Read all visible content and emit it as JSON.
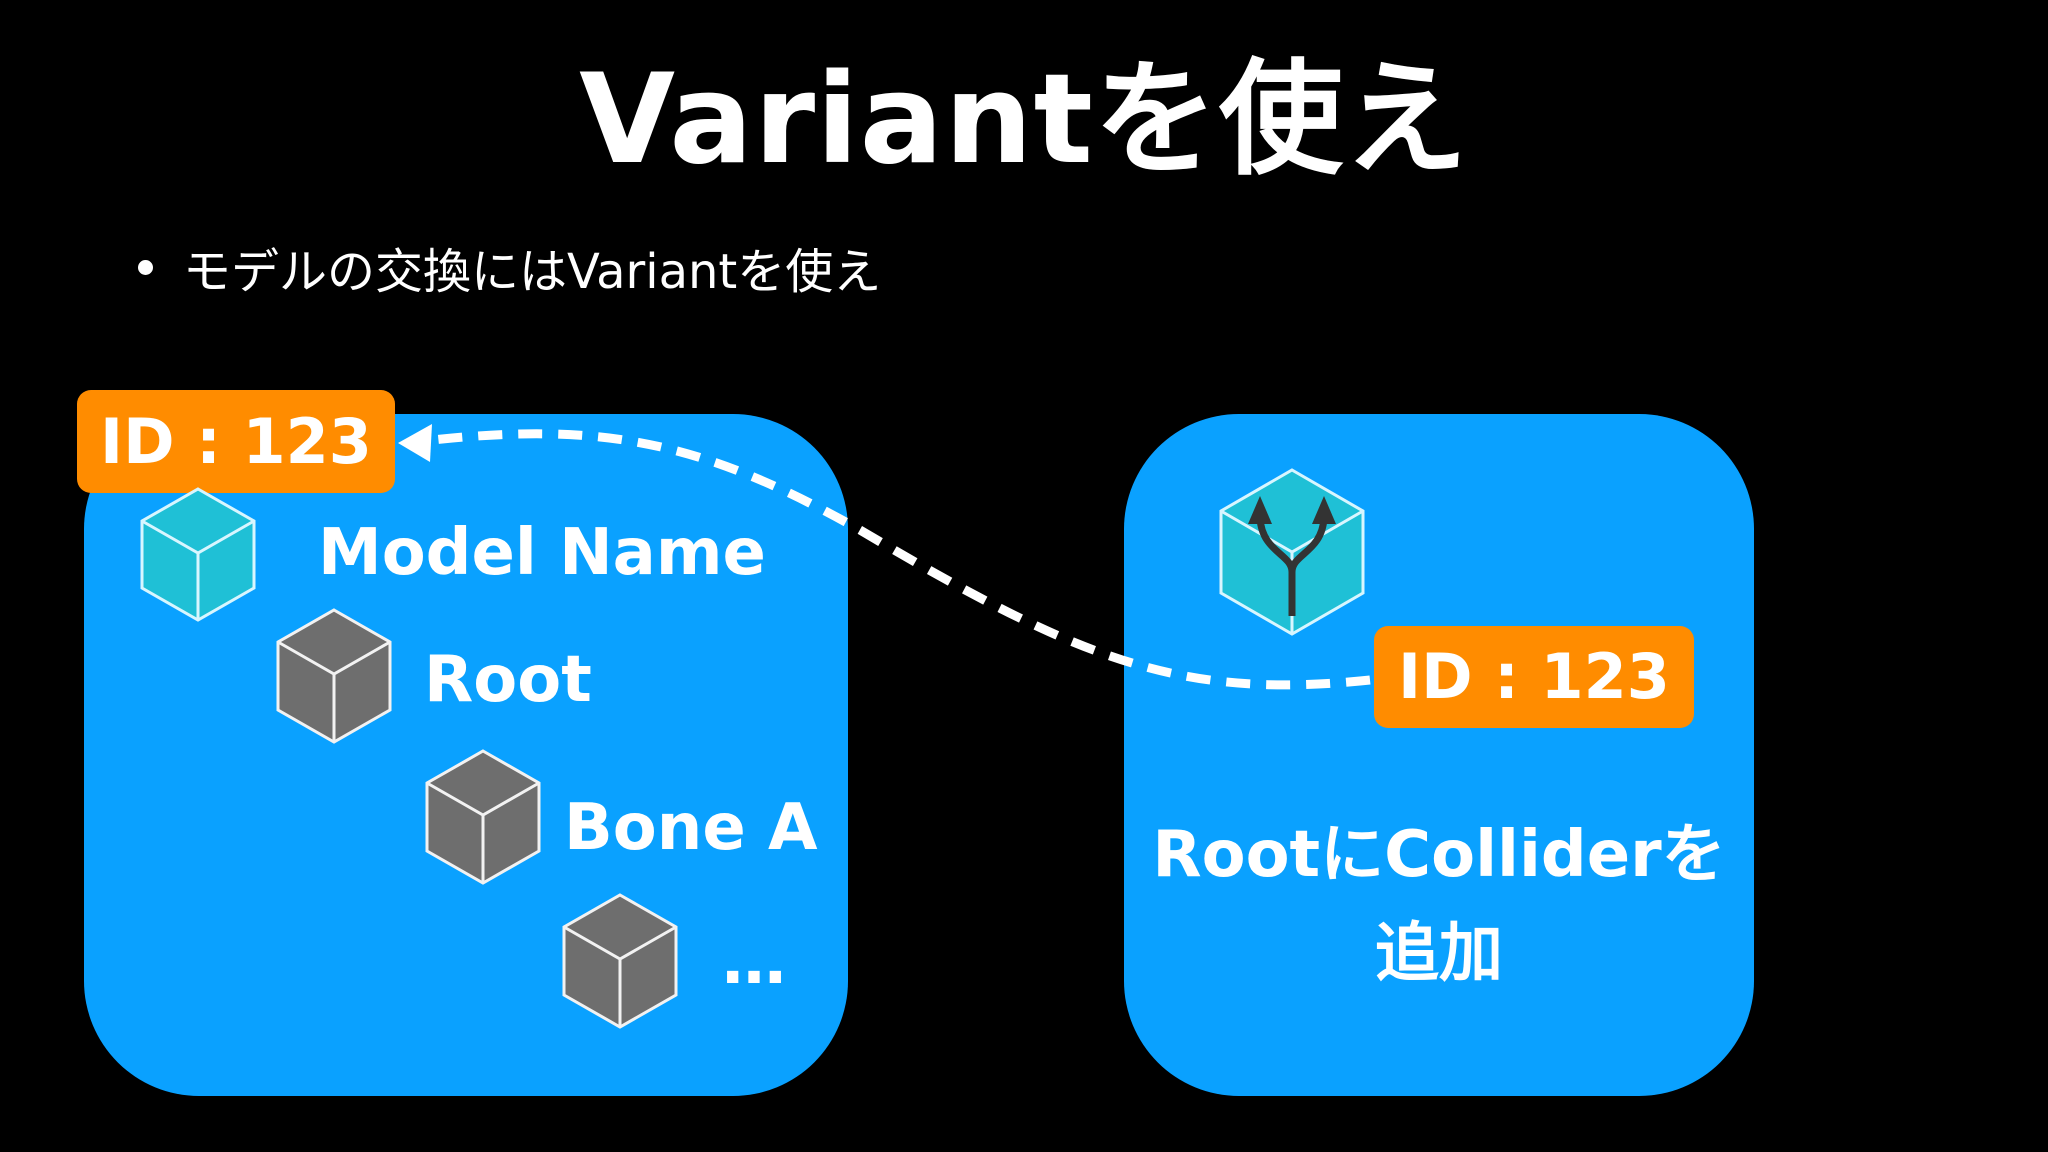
{
  "slide": {
    "title": "Variantを使え",
    "bullets": [
      "モデルの交換にはVariantを使え"
    ]
  },
  "left_panel": {
    "id_badge": "ID : 123",
    "nodes": [
      {
        "label": "Model Name",
        "icon": "cyan-cube-icon"
      },
      {
        "label": "Root",
        "icon": "gray-cube-icon"
      },
      {
        "label": "Bone A",
        "icon": "gray-cube-icon"
      },
      {
        "label": "…",
        "icon": "gray-cube-icon"
      }
    ]
  },
  "right_panel": {
    "icon": "variant-cube-icon",
    "id_badge": "ID : 123",
    "caption_line1": "RootにColliderを",
    "caption_line2": "追加"
  },
  "connector": {
    "style": "dashed",
    "direction": "right-to-left",
    "icon": "dashed-arrow"
  },
  "colors": {
    "background": "#000000",
    "panel": "#0aa1ff",
    "badge": "#ff8c00",
    "cyan_cube": "#1fc0d6",
    "gray_cube": "#6e6e6e",
    "text": "#ffffff"
  }
}
